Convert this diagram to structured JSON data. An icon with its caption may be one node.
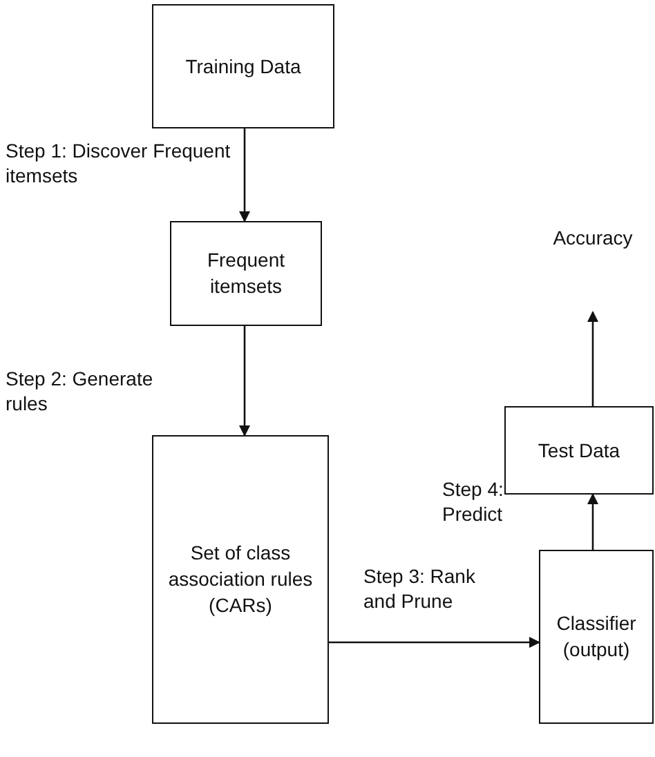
{
  "diagram": {
    "nodes": [
      {
        "text": [
          "Training Data"
        ]
      },
      {
        "text": [
          "Frequent itemsets"
        ]
      },
      {
        "text": [
          "Set of class association rules (CARs)"
        ]
      },
      {
        "text": [
          "Classifier (output)"
        ]
      },
      {
        "text": [
          "Test Data"
        ]
      },
      {
        "text": [
          "Accuracy"
        ]
      }
    ],
    "edges": [
      {
        "from": 0,
        "to": 1,
        "arrow": "to",
        "label": "Step 1: Discover Frequent itemsets"
      },
      {
        "from": 1,
        "to": 2,
        "arrow": "to",
        "label": "Step 2: Generate rules"
      },
      {
        "from": 2,
        "to": 3,
        "arrow": "to",
        "label": "Step 3: Rank and Prune"
      },
      {
        "from": 3,
        "to": 4,
        "arrow": "to",
        "label": "Step 4: Predict"
      },
      {
        "from": 4,
        "to": 5,
        "arrow": "to"
      }
    ]
  }
}
